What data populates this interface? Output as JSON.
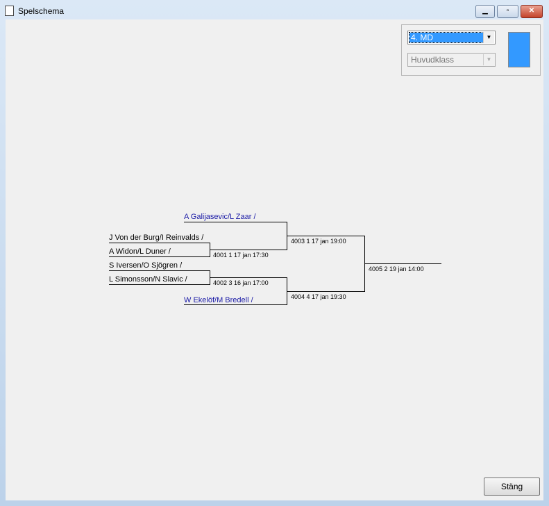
{
  "window": {
    "title": "Spelschema",
    "minimize": "minimize",
    "maximize": "maximize",
    "close": "close"
  },
  "controls": {
    "class_select": "4.  MD",
    "category_select": "Huvudklass",
    "color_swatch": "#3399ff"
  },
  "bracket": {
    "players": {
      "galijasevic": "A Galijasevic/L Zaar /",
      "vonderburg": "J Von der Burg/I Reinvalds /",
      "widon": "A Widon/L Duner /",
      "iversen": "S Iversen/O Sjögren /",
      "simonsson": "L Simonsson/N Slavic /",
      "ekelof": "W Ekelöf/M Bredell /"
    },
    "matches": {
      "m4001": "4001  1 17 jan 17:30",
      "m4002": "4002  3 16 jan 17:00",
      "m4003": "4003  1 17 jan 19:00",
      "m4004": "4004  4 17 jan 19:30",
      "m4005": "4005  2 19 jan 14:00"
    }
  },
  "footer": {
    "close_label": "Stäng"
  }
}
